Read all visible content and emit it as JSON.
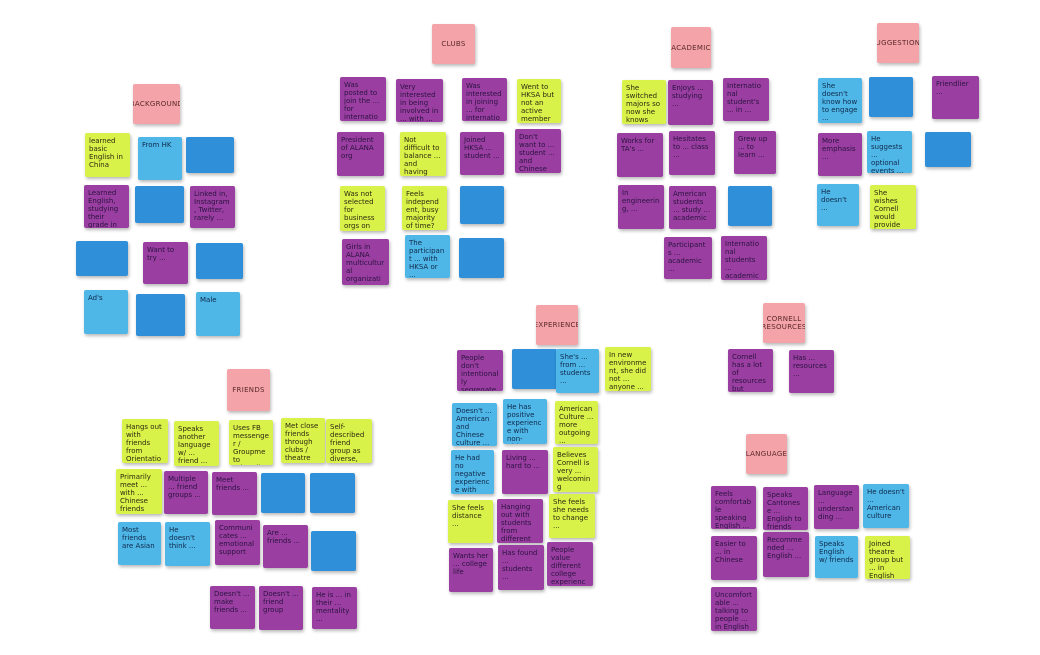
{
  "colors": {
    "pink": "#f4a3a8",
    "purple": "#9a3fa1",
    "blue": "#2f8fd8",
    "lightblue": "#4fb6e8",
    "yellow": "#d9f24a"
  },
  "headers": {
    "background": "BACKGROUND",
    "clubs": "CLUBS",
    "academic": "ACADEMIC",
    "suggestions": "SUGGESTIONS",
    "experience": "EXPERIENCE",
    "cornell_resources": "CORNELL RESOURCES",
    "friends": "FRIENDS",
    "language": "LANGUAGE"
  },
  "notes": {
    "bg_1": "learned basic English in China",
    "bg_2": "From HK",
    "bg_5": "Learned English, studying their grade in China",
    "bg_7": "Linked in, Instagram, Twitter, rarely ...",
    "bg_9": "Want to try ...",
    "bg_11": "Ad's",
    "bg_13": "Male",
    "clubs_1": "Was posted to join the ... for international students",
    "clubs_2": "Very interested in being involved in ... with ... at ...",
    "clubs_3": "Was interested in joining ... for international students",
    "clubs_4": "Went to HKSA but not an active member",
    "clubs_5": "President of ALANA org",
    "clubs_6": "Not difficult to balance ... and having international + non-international friends",
    "clubs_7": "Joined HKSA ... student ...",
    "clubs_8": "Don't want to ... student ... and Chinese student ...",
    "clubs_9": "Was not selected for business orgs on campus, did not ...",
    "clubs_10": "Feels independent, busy majority of time?",
    "clubs_12": "Girls in ALANA multicultural organization + meets many people there",
    "clubs_13": "The participant ... with HKSA or ...",
    "acad_1": "She switched majors so now she knows less people in her major",
    "acad_2": "Enjoys ... studying ...",
    "acad_3": "International student's ... in ...",
    "acad_4": "Works for TA's ...",
    "acad_5": "Hesitates to ... class ...",
    "acad_6": "Grew up ... to learn ...",
    "acad_7": "In engineering, ...",
    "acad_8": "American students ... study ... academic",
    "acad_10": "Participants ... academic ...",
    "acad_11": "International students ... academic ...",
    "sug_1": "She doesn't know how to engage ...",
    "sug_3": "Friendlier ...",
    "sug_4": "More emphasis ...",
    "sug_5": "He suggests ... optional events ...",
    "sug_7": "He doesn't ...",
    "sug_8": "She wishes Cornell would provide resources to make students more accepting of others",
    "exp_1": "People don't intentionally segregate",
    "exp_3": "She's ... from ... students ...",
    "exp_4": "In new environment, she did not ... anyone ...",
    "exp_5": "Doesn't ... American and Chinese culture ... very different",
    "exp_6": "He has positive experience with non-Chinese students ...",
    "exp_7": "American Culture ... more outgoing ...",
    "exp_8": "He had no negative experience with non-Chinese ...",
    "exp_9": "Living ... hard to ...",
    "exp_10": "Believes Cornell is very ... welcoming",
    "exp_11": "She feels distance ...",
    "exp_12": "Hanging out with students from different countries ...",
    "exp_13": "She feels she needs to change ...",
    "exp_14": "Wants her ... college life",
    "exp_15": "Has found ... students ...",
    "exp_16": "People value different college experiences",
    "cr_1": "Cornell has a lot of resources but people don't take it",
    "cr_2": "Has ... resources ...",
    "fr_1": "Hangs out with friends from Orientation",
    "fr_2": "Speaks another language w/ ... friend ... more comfortable ...",
    "fr_3": "Uses FB messenger / Groupme to primarily ...",
    "fr_4": "Met close friends through clubs / theatre group",
    "fr_5": "Self-described friend group as diverse, from many different clubs",
    "fr_6": "Primarily meet ... with ... Chinese friends",
    "fr_7": "Multiple ... friend groups ...",
    "fr_8": "Meet friends ...",
    "fr_11": "Most friends are Asian",
    "fr_12": "He doesn't think ...",
    "fr_13": "Communicates ... emotional support",
    "fr_14": "Are ... friends ...",
    "fr_16": "Doesn't ... make friends ...",
    "fr_17": "Doesn't ... friend group",
    "fr_18": "He is ... in their ... mentality ...",
    "lang_1": "Feels comfortable speaking English ...",
    "lang_2": "Speaks Cantonese ... English to friends",
    "lang_3": "Language ... understanding ...",
    "lang_4": "He doesn't ... American culture",
    "lang_5": "Easier to ... in Chinese",
    "lang_6": "Recommended ... English ...",
    "lang_7": "Speaks English w/ friends",
    "lang_8": "Joined theatre group but ... in English",
    "lang_9": "Uncomfortable ... talking to people ... in English"
  }
}
